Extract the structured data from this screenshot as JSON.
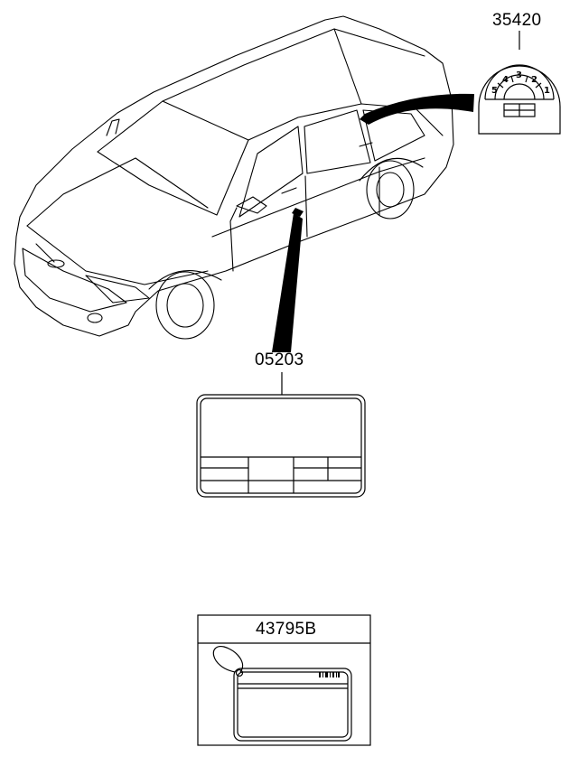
{
  "parts": {
    "sticker_fuel_gauge": {
      "number": "35420",
      "gauge_marks": [
        "5",
        "4",
        "3",
        "2",
        "1"
      ]
    },
    "label_door_pillar": {
      "number": "05203"
    },
    "label_tag": {
      "number": "43795B"
    }
  },
  "colors": {
    "line": "#000000",
    "background": "#ffffff"
  }
}
